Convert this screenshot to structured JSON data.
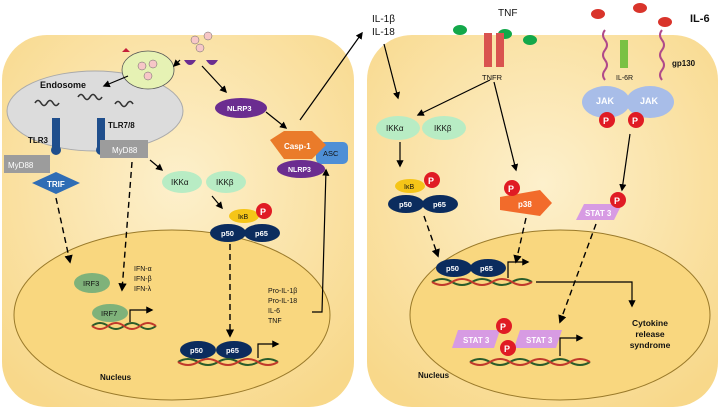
{
  "left_panel": {
    "endosome": "Endosome",
    "tlr3": "TLR3",
    "tlr78": "TLR7/8",
    "myd88_a": "MyD88",
    "myd88_b": "MyD88",
    "trif": "TRIF",
    "nlrp3_top": "NLRP3",
    "casp1": "Casp-1",
    "asc": "ASC",
    "nlrp3_complex": "NLRP3",
    "ikka": "IKKα",
    "ikkb": "IKKβ",
    "ikb": "IκB",
    "p50": "p50",
    "p65": "p65",
    "irf3": "IRF3",
    "irf7": "IRF7",
    "ifns": [
      "IFN-α",
      "IFN-β",
      "IFN-λ"
    ],
    "nucleus_p50": "p50",
    "nucleus_p65": "p65",
    "genes": [
      "Pro-IL-1β",
      "Pro-IL-18",
      "IL-6",
      "TNF"
    ],
    "nucleus": "Nucleus",
    "released": [
      "IL-1β",
      "IL-18"
    ]
  },
  "right_panel": {
    "tnf": "TNF",
    "tnfr": "TNFR",
    "il6": "IL-6",
    "il6r": "IL-6R",
    "gp130": "gp130",
    "jak_a": "JAK",
    "jak_b": "JAK",
    "ikka": "IKKα",
    "ikkb": "IKKβ",
    "ikb": "IκB",
    "p50": "p50",
    "p65": "p65",
    "p38": "p38",
    "stat3": "STAT 3",
    "nucleus_p50": "p50",
    "nucleus_p65": "p65",
    "nucleus_stat3_a": "STAT 3",
    "nucleus_stat3_b": "STAT 3",
    "cytokine": [
      "Cytokine",
      "release",
      "syndrome"
    ],
    "nucleus": "Nucleus"
  },
  "phospho": "P",
  "colors": {
    "cell": "#fbe3a6",
    "nucleus": "#f9d77f",
    "ikk": "#b8ecc4",
    "navy": "#0b2c5e",
    "purple": "#6b2d90",
    "orange": "#ea7b2a",
    "red": "#e01b24",
    "stat": "#d79be3",
    "jak": "#a8bde8"
  }
}
